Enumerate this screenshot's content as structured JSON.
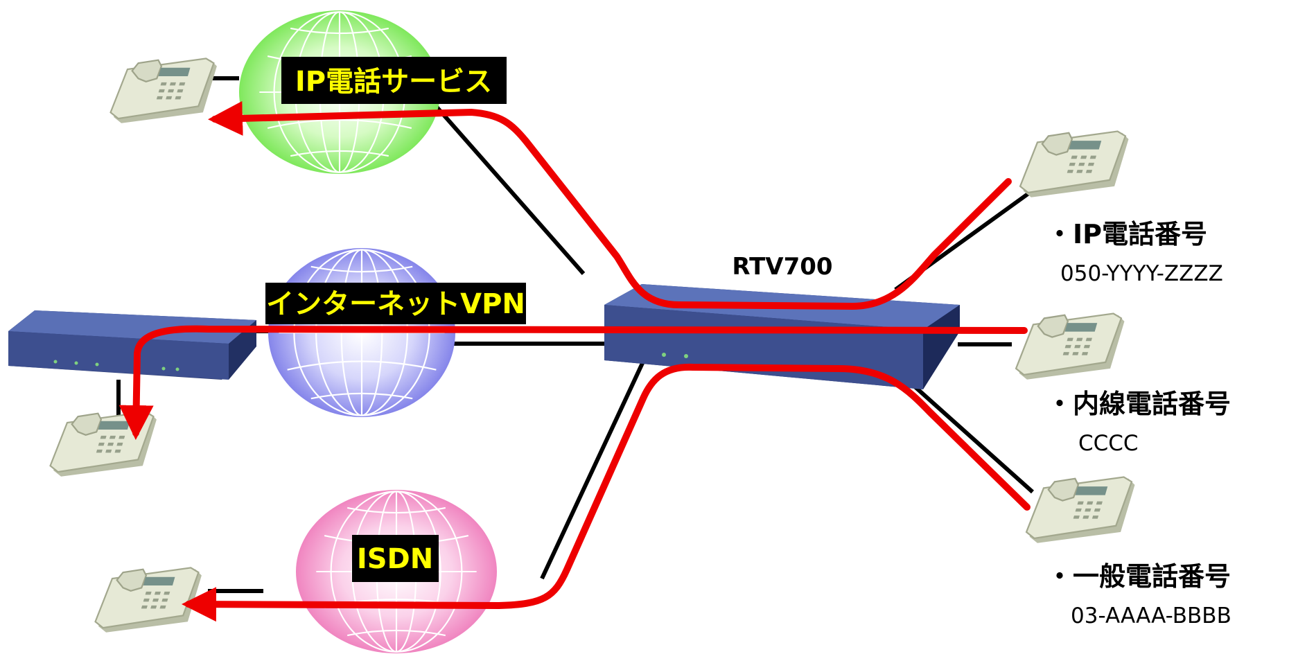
{
  "clouds": {
    "ip_service": {
      "label": "IP電話サービス",
      "color": "#8cf26e"
    },
    "internet_vpn": {
      "label": "インターネットVPN",
      "color": "#8f8ff0"
    },
    "isdn": {
      "label": "ISDN",
      "color": "#f58ec9"
    }
  },
  "router": {
    "label": "RTV700"
  },
  "numbers": {
    "ip": {
      "title": "・IP電話番号",
      "value": "050-YYYY-ZZZZ"
    },
    "extension": {
      "title": "・内線電話番号",
      "value": "CCCC"
    },
    "general": {
      "title": "・一般電話番号",
      "value": "03-AAAA-BBBB"
    }
  },
  "colors": {
    "call_path": "#ee0000",
    "line": "#000000",
    "label_box": "#000000",
    "label_text": "#ffff00",
    "router": "#3d4f8f"
  }
}
